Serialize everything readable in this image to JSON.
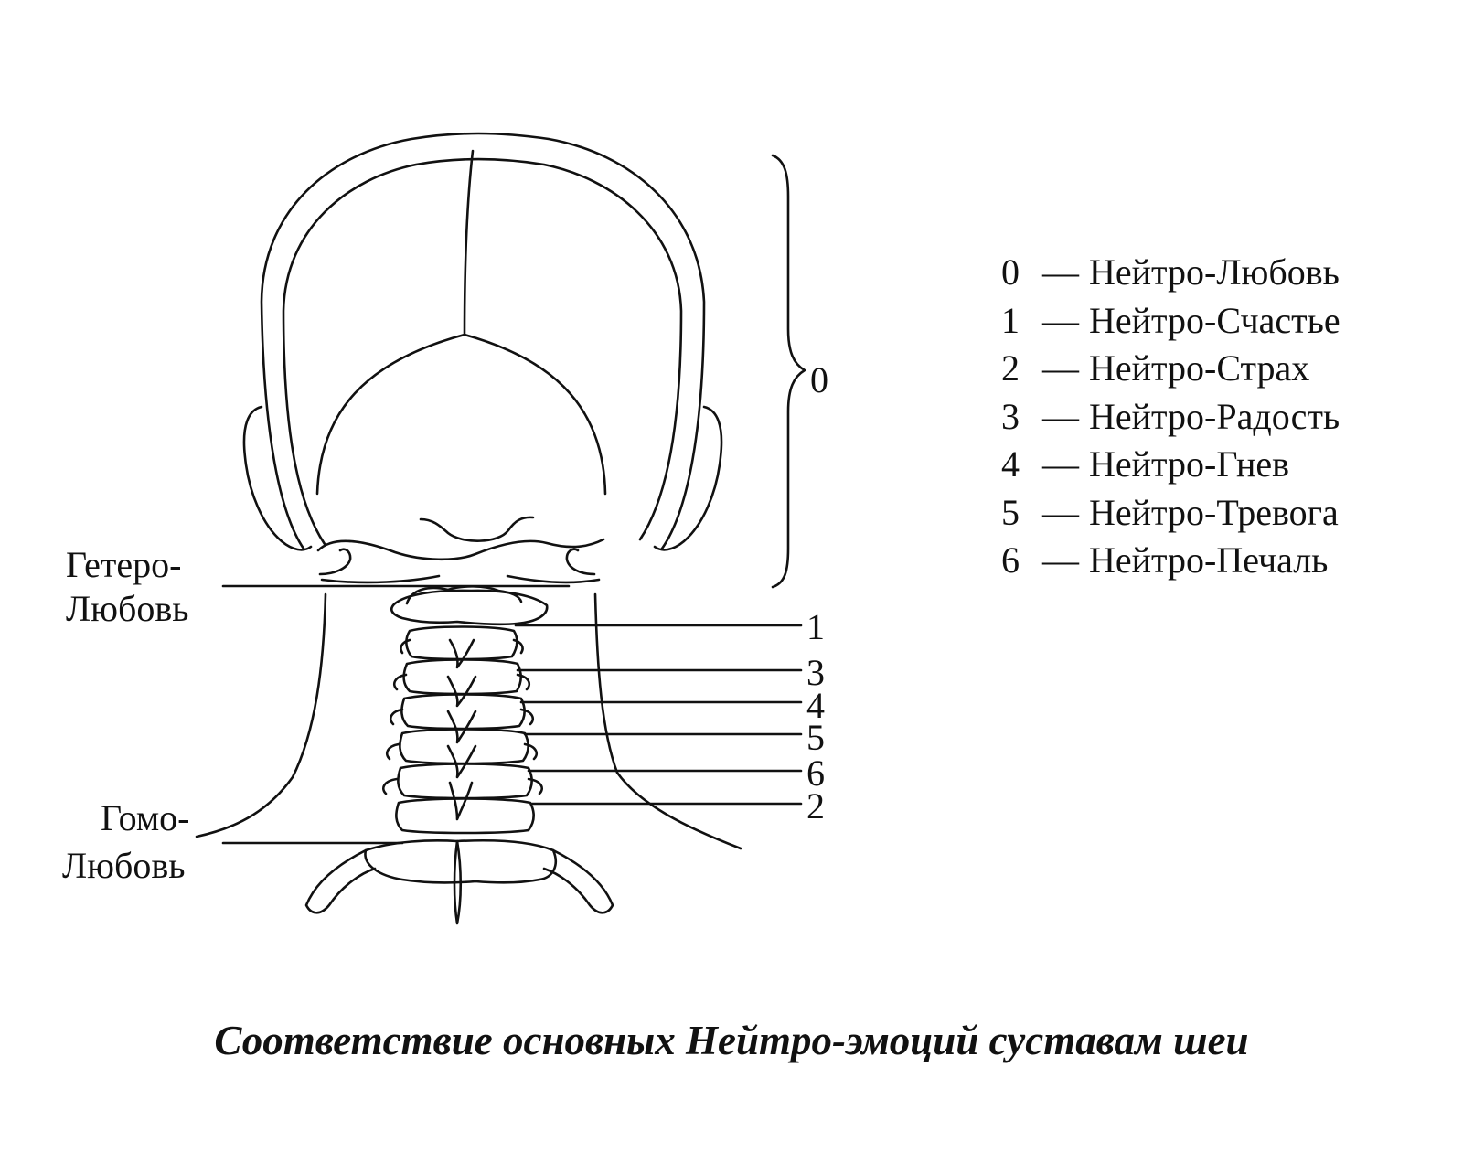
{
  "caption": "Соответствие основных Нейтро-эмоций суставам шеи",
  "side_labels": {
    "hetero_line1": "Гетеро-",
    "hetero_line2": "Любовь",
    "homo_line1": "Гомо-",
    "homo_line2": "Любовь"
  },
  "brace_label": "0",
  "vertebra_labels": [
    "1",
    "3",
    "4",
    "5",
    "6",
    "2"
  ],
  "legend": [
    {
      "code": "0",
      "dash": "—",
      "name": "Нейтро-Любовь"
    },
    {
      "code": "1",
      "dash": "—",
      "name": "Нейтро-Счастье"
    },
    {
      "code": "2",
      "dash": "—",
      "name": "Нейтро-Страх"
    },
    {
      "code": "3",
      "dash": "—",
      "name": "Нейтро-Радость"
    },
    {
      "code": "4",
      "dash": "—",
      "name": "Нейтро-Гнев"
    },
    {
      "code": "5",
      "dash": "—",
      "name": "Нейтро-Тревога"
    },
    {
      "code": "6",
      "dash": "—",
      "name": "Нейтро-Печаль"
    }
  ],
  "colors": {
    "ink": "#111111",
    "paper": "#ffffff"
  }
}
